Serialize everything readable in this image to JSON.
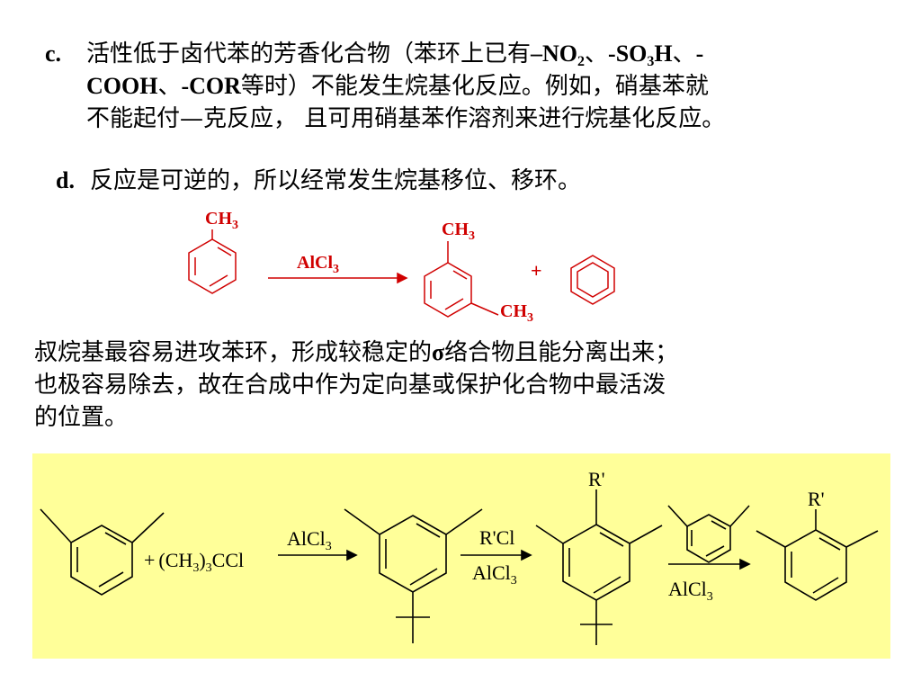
{
  "item_c": {
    "marker": "c.",
    "line1_a": "活性低于卤代苯的芳香化合物（苯环上已有",
    "line1_b": "–NO",
    "line1_b_sub": "2",
    "line1_c": "、",
    "line1_d": "-SO",
    "line1_d_sub": "3",
    "line1_e": "H",
    "line1_f": "、",
    "line1_g": "-",
    "line2_a": "COOH",
    "line2_b": "、",
    "line2_c": "-COR",
    "line2_d": "等时）不能发生烷基化反应。例如，硝基苯就",
    "line3": "不能起付—克反应， 且可用硝基苯作溶剂来进行烷基化反应。"
  },
  "item_d": {
    "marker": "d.",
    "text": "反应是可逆的，所以经常发生烷基移位、移环。"
  },
  "tb_note": {
    "line1_a": "叔烷基最容易进攻苯环，形成较稳定的",
    "line1_sigma": "σ",
    "line1_b": "络合物且能分离出来；",
    "line2": "也极容易除去，故在合成中作为定向基或保护化合物中最活泼",
    "line3": "的位置。"
  },
  "reaction_top": {
    "toluene_label": "CH",
    "toluene_label_sub": "3",
    "catalyst": "AlCl",
    "catalyst_sub": "3",
    "product_top_label": "CH",
    "product_top_label_sub": "3",
    "product_bottom_label": "CH",
    "product_bottom_label_sub": "3",
    "plus": "+",
    "color": "#d00000"
  },
  "reaction_box": {
    "background": "#ffff99",
    "reagent_plus": "+",
    "reagent_a": "(CH",
    "reagent_a_sub": "3",
    "reagent_b": ")",
    "reagent_b_sub": "3",
    "reagent_c": "CCl",
    "step1_catalyst": "AlCl",
    "step1_catalyst_sub": "3",
    "step2_reagent": "R'Cl",
    "step2_catalyst": "AlCl",
    "step2_catalyst_sub": "3",
    "sub_label_1": "R'",
    "step3_catalyst": "AlCl",
    "step3_catalyst_sub": "3",
    "sub_label_2": "R'"
  }
}
